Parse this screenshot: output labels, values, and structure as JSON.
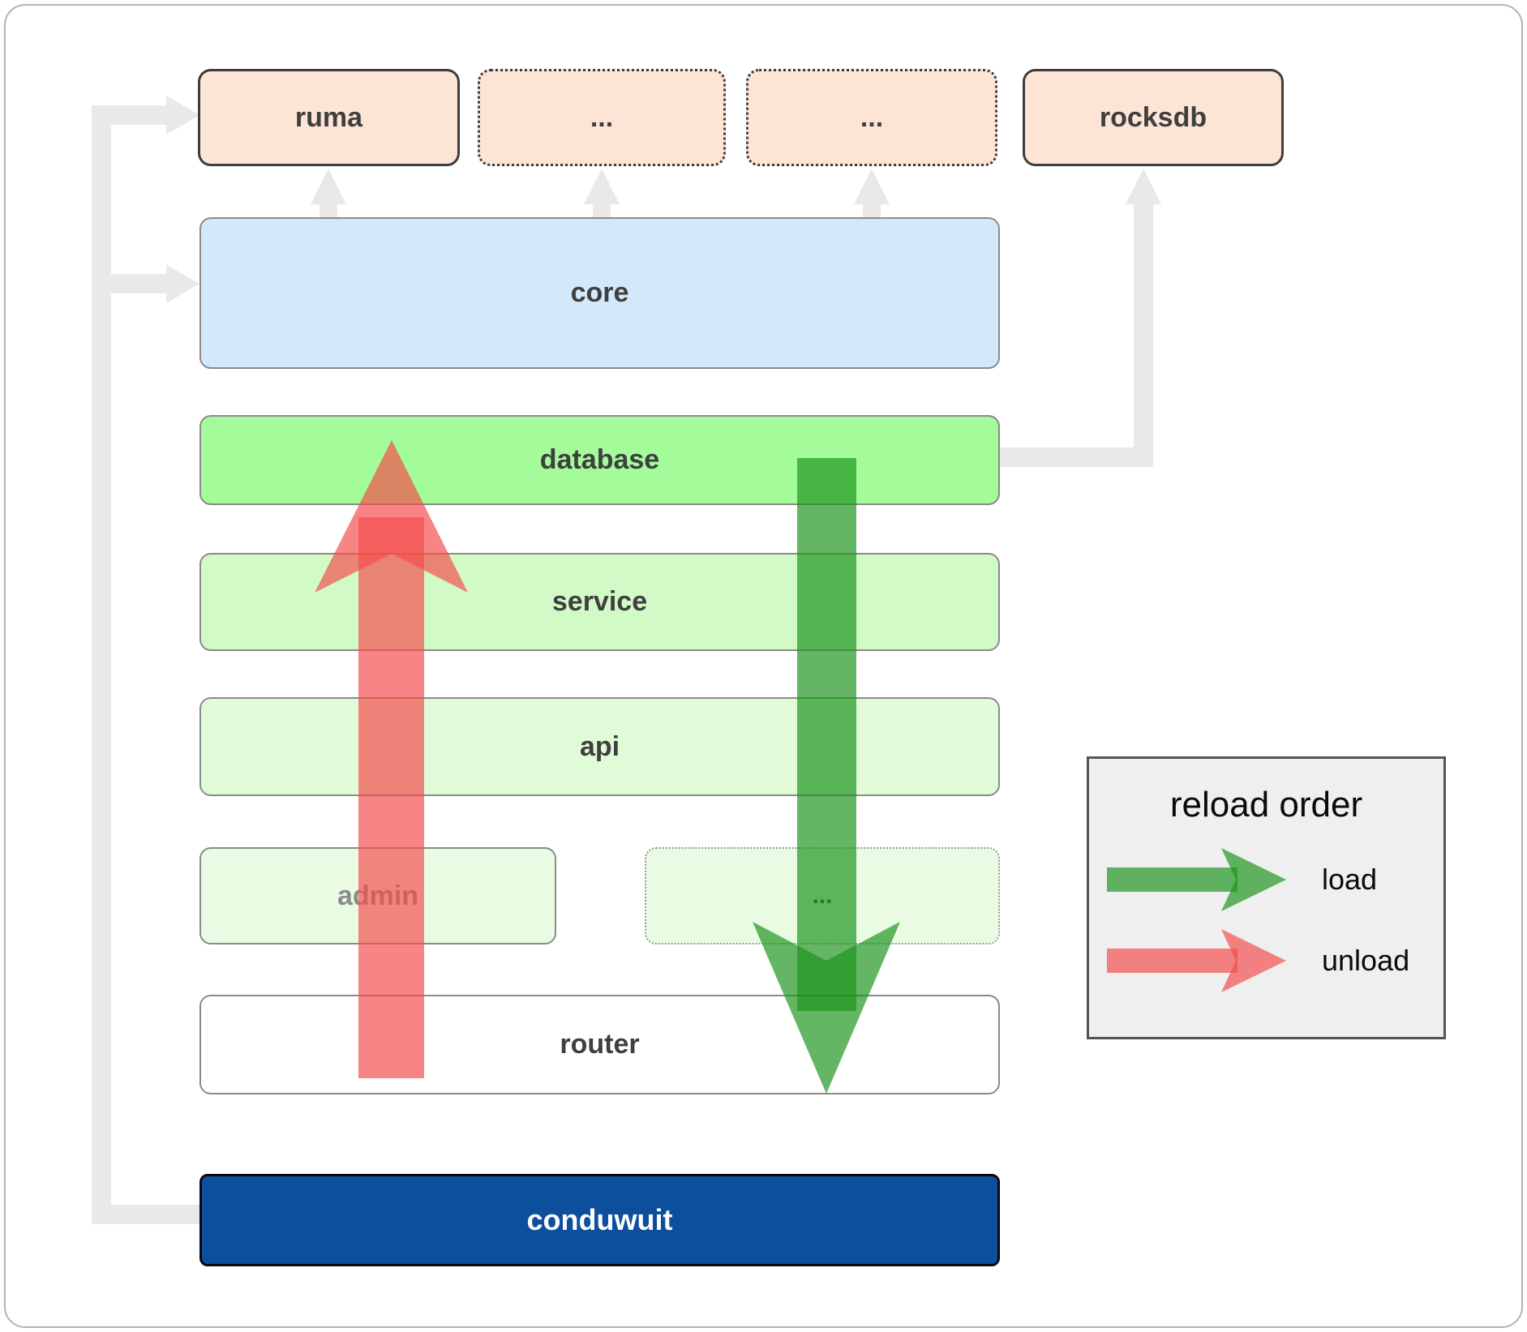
{
  "nodes": {
    "ruma": {
      "label": "ruma"
    },
    "ext1": {
      "label": "..."
    },
    "ext2": {
      "label": "..."
    },
    "rocksdb": {
      "label": "rocksdb"
    },
    "core": {
      "label": "core"
    },
    "database": {
      "label": "database"
    },
    "service": {
      "label": "service"
    },
    "api": {
      "label": "api"
    },
    "admin": {
      "label": "admin"
    },
    "more": {
      "label": "..."
    },
    "router": {
      "label": "router"
    },
    "conduwuit": {
      "label": "conduwuit"
    }
  },
  "legend": {
    "title": "reload order",
    "load_label": "load",
    "unload_label": "unload"
  },
  "colors": {
    "peach": "#fde5d6",
    "blue": "#d4e8fb",
    "green1": "#a4fb99",
    "green2": "#d1fac6",
    "green3": "#e1fbd8",
    "green4": "#eafbe4",
    "navy": "#0c4f9d",
    "legendbg": "#efefef",
    "connector": "#e9e9e9",
    "arrow-green": "#1a941a",
    "arrow-red": "#f54b4b",
    "label": "#3f3f3f",
    "faded": "#8c8c8c"
  }
}
